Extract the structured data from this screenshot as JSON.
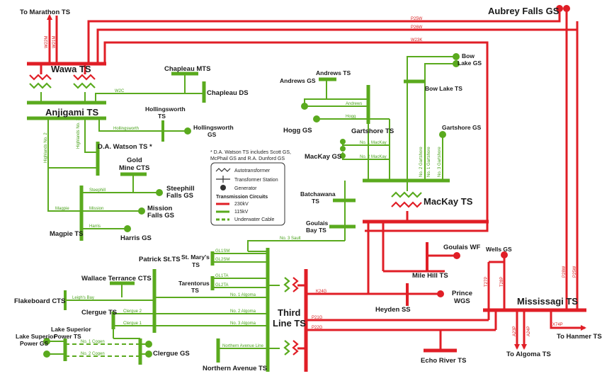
{
  "colors": {
    "kv230": "#e01e26",
    "kv115": "#5aaa1e"
  },
  "stations": {
    "to_marathon": "To Marathon TS",
    "aubrey_falls": "Aubrey Falls GS",
    "wawa": "Wawa TS",
    "anjigami": "Anjigami TS",
    "chapleau_mts": "Chapleau MTS",
    "chapleau_ds": "Chapleau DS",
    "hollingsworth_ts_1": "Hollingsworth",
    "hollingsworth_ts_2": "TS",
    "hollingsworth_gs_1": "Hollingsworth",
    "hollingsworth_gs_2": "GS",
    "da_watson": "D.A. Watson TS *",
    "gold_mine_1": "Gold",
    "gold_mine_2": "Mine CTS",
    "steephill_1": "Steephill",
    "steephill_2": "Falls GS",
    "mission_1": "Mission",
    "mission_2": "Falls GS",
    "magpie": "Magpie TS",
    "harris": "Harris GS",
    "andrews_gs": "Andrews GS",
    "andrews_ts": "Andrews TS",
    "hogg": "Hogg GS",
    "gartshore_ts": "Gartshore TS",
    "bow_lake_gs_1": "Bow",
    "bow_lake_gs_2": "Lake GS",
    "bow_lake_ts": "Bow Lake TS",
    "gartshore_gs": "Gartshore GS",
    "mackay_gs": "MacKay GS",
    "mackay_ts": "MacKay TS",
    "batchawana_1": "Batchawana",
    "batchawana_2": "TS",
    "goulais_bay_1": "Goulais",
    "goulais_bay_2": "Bay TS",
    "goulais_wf": "Goulais WF",
    "mile_hill": "Mile Hill TS",
    "prince_1": "Prince",
    "prince_2": "WGS",
    "heyden": "Heyden SS",
    "wells": "Wells GS",
    "mississagi": "Mississagi TS",
    "to_hanmer": "To Hanmer TS",
    "to_algoma": "To Algoma TS",
    "echo_river": "Echo River TS",
    "third_line_1": "Third",
    "third_line_2": "Line TS",
    "patrick": "Patrick St.TS",
    "st_marys_1": "St. Mary's",
    "st_marys_2": "TS",
    "tarentorus_1": "Tarentorus",
    "tarentorus_2": "TS",
    "wallace": "Wallace Terrance CTS",
    "flakeboard": "Flakeboard CTS",
    "clergue_ts": "Clergue TS",
    "lake_superior_gs_1": "Lake Superior",
    "lake_superior_gs_2": "Power GS",
    "lake_superior_ts_1": "Lake Superior",
    "lake_superior_ts_2": "Power TS",
    "clergue_gs": "Clergue GS",
    "northern_avenue": "Northern Avenue TS"
  },
  "circuits": {
    "w22m": "W22M",
    "w21m": "W21M",
    "p25w": "P25W",
    "p26w": "P26W",
    "w23k": "W23K",
    "w2c": "W2C",
    "hollingsworth": "Hollingsworth",
    "highlands_2": "Highlands No. 2",
    "highlands_1": "Highlands No. 1",
    "steephill": "Steephill",
    "magpie": "Magpie",
    "mission": "Mission",
    "harris": "Harris",
    "andrews": "Andrews",
    "hogg": "Hogg",
    "mackay_1": "No. 1 MacKay",
    "mackay_2": "No. 2 MacKay",
    "gartshore_2": "No. 2 Gartshore",
    "gartshore_1": "No. 1 Gartshore",
    "gartshore_3": "No. 3 Gartshore",
    "sault_3": "No. 3 Sault",
    "gl1sm": "GL1SM",
    "gl2sm": "GL2SM",
    "gl1ta": "GL1TA",
    "gl2ta": "GL2TA",
    "algoma_1": "No. 1 Algoma",
    "algoma_2": "No. 2 Algoma",
    "algoma_3": "No. 3 Algoma",
    "leighs_bay": "Leigh's Bay",
    "clergue_2": "Clergue 2",
    "clergue_1": "Clergue 1",
    "cogen_1": "No. 1 Cogen",
    "cogen_2": "No. 2 Cogen",
    "northern_avenue_line": "Northern Avenue Line",
    "k24g": "K24G",
    "p21g": "P21G",
    "p22g": "P22G",
    "t27p": "T27P",
    "t28p": "T28P",
    "p28w": "P28W",
    "p25w_v": "P25W",
    "a23p": "A23P",
    "a24p": "A24P",
    "x74p": "X74P"
  },
  "note": {
    "line1": "* D.A. Watson TS includes Scott GS,",
    "line2": "McPhail GS and R.A. Dunford GS"
  },
  "legend": {
    "autotransformer": "Autotransformer",
    "transformer_station": "Transformer Station",
    "generator": "Generator",
    "heading": "Transmission Circuits",
    "kv230": "230kV",
    "kv115": "115kV",
    "cable": "Underwater Cable"
  }
}
